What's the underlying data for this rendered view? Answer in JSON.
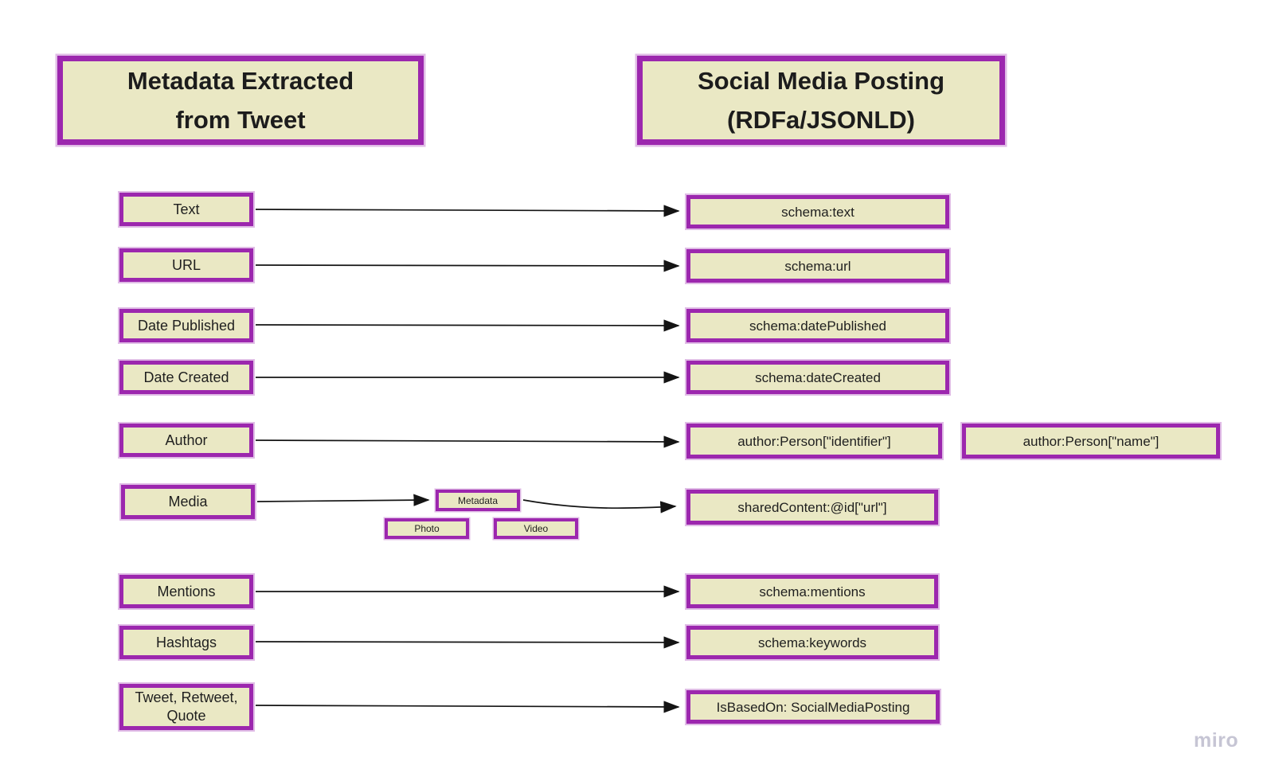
{
  "colors": {
    "shape_fill": "#EAE8C4",
    "shape_border": "#9C27AE",
    "shape_halo": "#E0BCE6",
    "text": "#1F1F1F",
    "connector": "#141414",
    "watermark": "#C6C5D4"
  },
  "headers": {
    "left": {
      "line1": "Metadata Extracted",
      "line2": "from Tweet"
    },
    "right": {
      "line1": "Social Media Posting",
      "line2": "(RDFa/JSONLD)"
    }
  },
  "left_column": [
    {
      "label": "Text"
    },
    {
      "label": "URL"
    },
    {
      "label": "Date Published"
    },
    {
      "label": "Date Created"
    },
    {
      "label": "Author"
    },
    {
      "label": "Media"
    },
    {
      "label": "Mentions"
    },
    {
      "label": "Hashtags"
    },
    {
      "label": "Tweet, Retweet, Quote"
    }
  ],
  "right_column": [
    {
      "label": "schema:text"
    },
    {
      "label": "schema:url"
    },
    {
      "label": "schema:datePublished"
    },
    {
      "label": "schema:dateCreated"
    },
    {
      "label": "author:Person[\"identifier\"]"
    },
    {
      "label": "sharedContent:@id[\"url\"]"
    },
    {
      "label": "schema:mentions"
    },
    {
      "label": "schema:keywords"
    },
    {
      "label": "IsBasedOn: SocialMediaPosting"
    }
  ],
  "side_box": {
    "label": "author:Person[\"name\"]"
  },
  "media_sub_boxes": {
    "metadata": "Metadata",
    "photo": "Photo",
    "video": "Video"
  },
  "connections": [
    {
      "from": "Text",
      "to": "schema:text"
    },
    {
      "from": "URL",
      "to": "schema:url"
    },
    {
      "from": "Date Published",
      "to": "schema:datePublished"
    },
    {
      "from": "Date Created",
      "to": "schema:dateCreated"
    },
    {
      "from": "Author",
      "to": "author:Person[\"identifier\"]"
    },
    {
      "from": "Media",
      "to": "Metadata"
    },
    {
      "from": "Metadata",
      "to": "sharedContent:@id[\"url\"]"
    },
    {
      "from": "Mentions",
      "to": "schema:mentions"
    },
    {
      "from": "Hashtags",
      "to": "schema:keywords"
    },
    {
      "from": "Tweet, Retweet, Quote",
      "to": "IsBasedOn: SocialMediaPosting"
    }
  ],
  "watermark": "miro"
}
